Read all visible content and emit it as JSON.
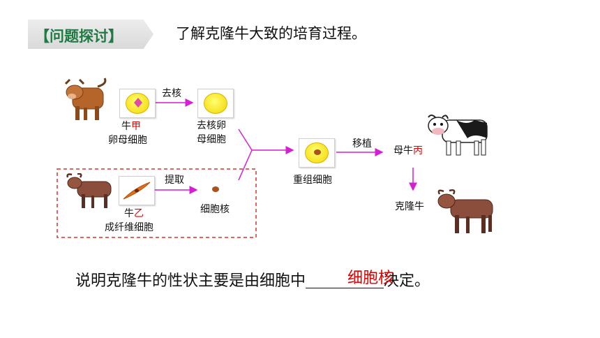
{
  "header": {
    "tag": "【问题探讨】",
    "title": "了解克隆牛大致的培育过程。"
  },
  "diagram": {
    "cow_a_label_1": "牛",
    "cow_a_label_2": "甲",
    "cow_a_label_3": "卵母细胞",
    "enucleate_label": "去核",
    "enucleated_label_1": "去核卵",
    "enucleated_label_2": "母细胞",
    "cow_b_label_1": "牛",
    "cow_b_label_2": "乙",
    "cow_b_label_3": "成纤维细胞",
    "extract_label": "提取",
    "nucleus_label": "细胞核",
    "recombined_label": "重组细胞",
    "transplant_label": "移植",
    "mother_label_1": "母牛",
    "mother_label_2": "丙",
    "clone_label": "克隆牛"
  },
  "conclusion": {
    "text_before": "说明克隆牛的性状主要是由细胞中",
    "answer": "细胞核",
    "text_after": "决定。"
  },
  "colors": {
    "arrow": "#d41fd4",
    "accent_red": "#e00000",
    "banner_text": "#1f7a43",
    "dashed_box": "#d9342b"
  }
}
